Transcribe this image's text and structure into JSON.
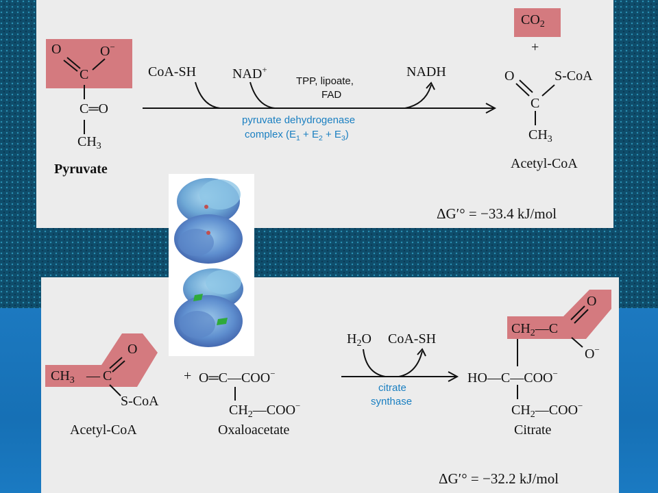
{
  "colors": {
    "highlight": "#d47a7f",
    "panel": "#ececec",
    "enzyme_text": "#1a7fc1",
    "background_blue": "#1b6fb0"
  },
  "top": {
    "pyruvate_group": {
      "o_left": "O",
      "o_right": "O",
      "charge": "−",
      "c": "C"
    },
    "pyruvate_mid": "C═O",
    "pyruvate_ch": "CH",
    "pyruvate_sub": "3",
    "pyruvate_label": "Pyruvate",
    "coash": "CoA-SH",
    "nad": "NAD",
    "nad_sup": "+",
    "cofactors_line1": "TPP, lipoate,",
    "cofactors_line2": "FAD",
    "nadh": "NADH",
    "enzyme_line1": "pyruvate dehydrogenase",
    "enzyme_line2_a": "complex (E",
    "enzyme_line2_s1": "1",
    "enzyme_line2_b": " + E",
    "enzyme_line2_s2": "2",
    "enzyme_line2_c": " + E",
    "enzyme_line2_s3": "3",
    "enzyme_line2_d": ")",
    "co2": "CO",
    "co2_sub": "2",
    "plus": "+",
    "acetyl_o": "O",
    "acetyl_scoa": "S-CoA",
    "acetyl_c": "C",
    "acetyl_ch": "CH",
    "acetyl_sub": "3",
    "acetyl_label": "Acetyl-CoA",
    "delta_g": "ΔG′° = −33.4 kJ/mol"
  },
  "bottom": {
    "acetyl_o": "O",
    "acetyl_ch3": "CH",
    "acetyl_ch3_sub": "3",
    "acetyl_c": "C",
    "acetyl_scoa": "S-CoA",
    "acetyl_label": "Acetyl-CoA",
    "plus": "+",
    "oxalo_main": "O═C—COO",
    "oxalo_charge1": "−",
    "oxalo_ch2": "CH",
    "oxalo_ch2_sub": "2",
    "oxalo_coo": "—COO",
    "oxalo_charge2": "−",
    "oxalo_label": "Oxaloacetate",
    "h2o": "H",
    "h2o_sub": "2",
    "h2o_end": "O",
    "coash": "CoA-SH",
    "enzyme_line1": "citrate",
    "enzyme_line2": "synthase",
    "citrate_o_top": "O",
    "citrate_ch2_top": "CH",
    "citrate_ch2_top_sub": "2",
    "citrate_c_top": "—C",
    "citrate_o_minus": "O",
    "citrate_o_minus_charge": "−",
    "citrate_mid": "HO—C—COO",
    "citrate_mid_charge": "−",
    "citrate_ch2_bot": "CH",
    "citrate_ch2_bot_sub": "2",
    "citrate_coo_bot": "—COO",
    "citrate_coo_bot_charge": "−",
    "citrate_label": "Citrate",
    "delta_g": "ΔG′° = −32.2 kJ/mol"
  }
}
